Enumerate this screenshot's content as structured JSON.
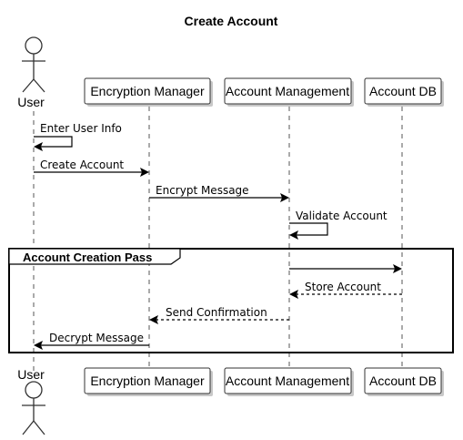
{
  "title": "Create Account",
  "participants": [
    {
      "id": "user",
      "label": "User",
      "kind": "actor"
    },
    {
      "id": "enc",
      "label": "Encryption Manager",
      "kind": "box"
    },
    {
      "id": "acct",
      "label": "Account Management",
      "kind": "box"
    },
    {
      "id": "db",
      "label": "Account DB",
      "kind": "box"
    }
  ],
  "messages": [
    {
      "from": "user",
      "to": "user",
      "label": "Enter User Info",
      "style": "solid"
    },
    {
      "from": "user",
      "to": "enc",
      "label": "Create Account",
      "style": "solid"
    },
    {
      "from": "enc",
      "to": "acct",
      "label": "Encrypt Message",
      "style": "solid"
    },
    {
      "from": "acct",
      "to": "acct",
      "label": "Validate Account",
      "style": "solid"
    },
    {
      "from": "acct",
      "to": "db",
      "label": "",
      "style": "solid"
    },
    {
      "from": "db",
      "to": "acct",
      "label": "Store Account",
      "style": "dashed"
    },
    {
      "from": "acct",
      "to": "enc",
      "label": "Send Confirmation",
      "style": "dashed"
    },
    {
      "from": "enc",
      "to": "user",
      "label": "Decrypt Message",
      "style": "solid"
    }
  ],
  "frame": {
    "label": "Account Creation Pass"
  }
}
